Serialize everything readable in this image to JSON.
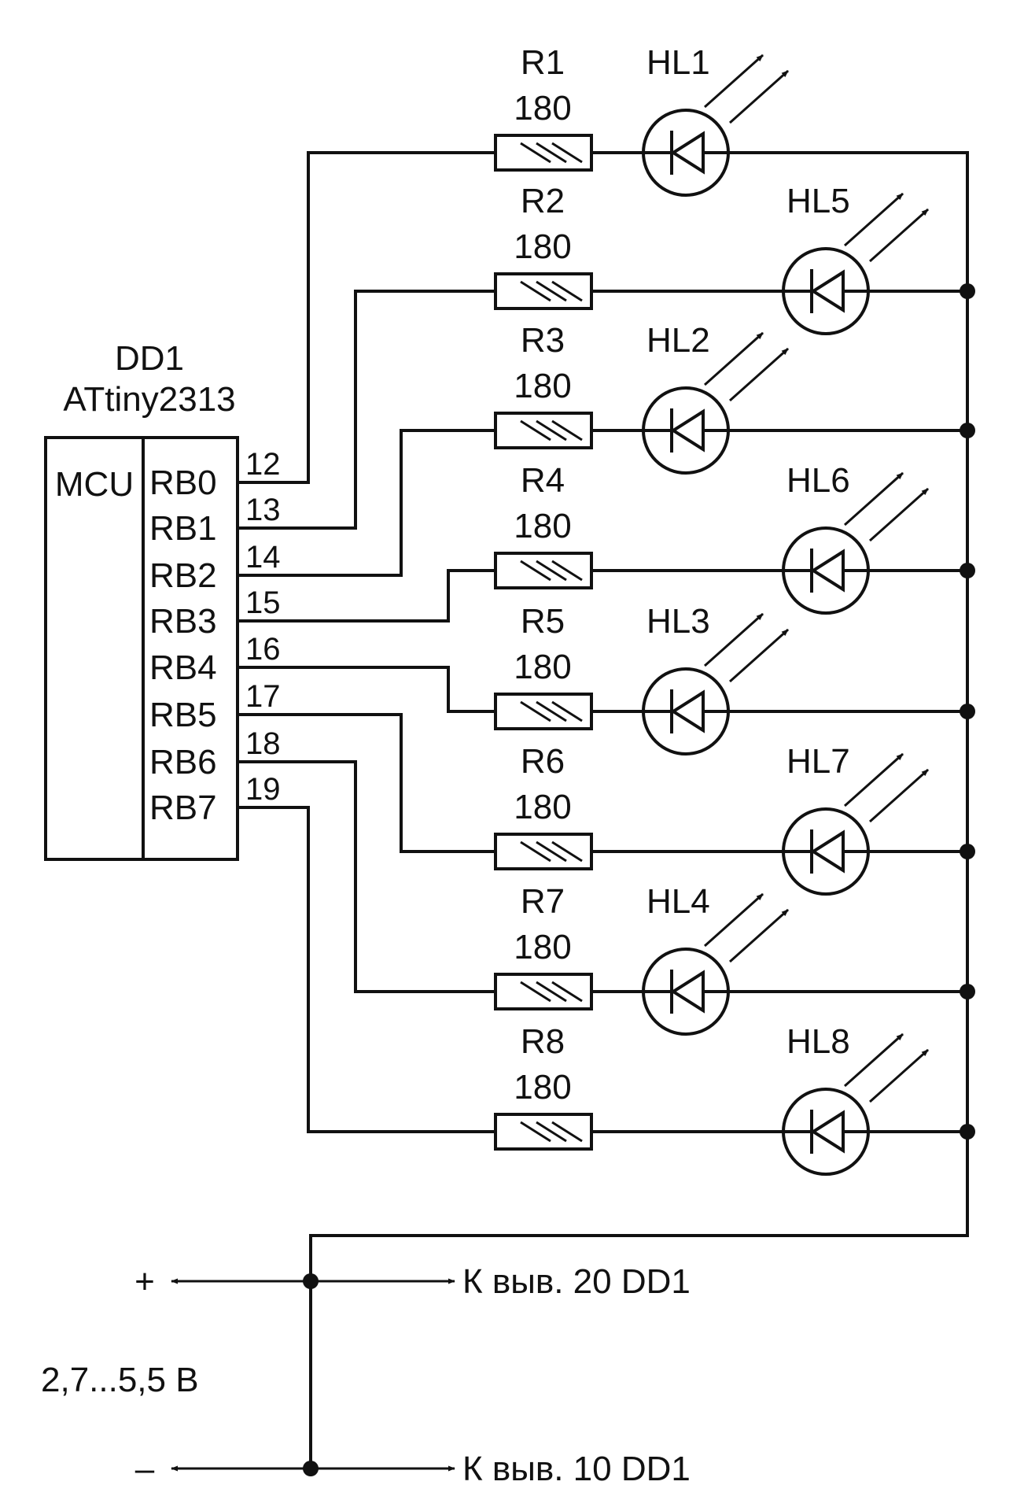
{
  "chip": {
    "ref": "DD1",
    "part": "ATtiny2313",
    "block": "MCU",
    "pins": [
      {
        "port": "RB0",
        "num": "12"
      },
      {
        "port": "RB1",
        "num": "13"
      },
      {
        "port": "RB2",
        "num": "14"
      },
      {
        "port": "RB3",
        "num": "15"
      },
      {
        "port": "RB4",
        "num": "16"
      },
      {
        "port": "RB5",
        "num": "17"
      },
      {
        "port": "RB6",
        "num": "18"
      },
      {
        "port": "RB7",
        "num": "19"
      }
    ]
  },
  "resistors": [
    {
      "ref": "R1",
      "value": "180"
    },
    {
      "ref": "R2",
      "value": "180"
    },
    {
      "ref": "R3",
      "value": "180"
    },
    {
      "ref": "R4",
      "value": "180"
    },
    {
      "ref": "R5",
      "value": "180"
    },
    {
      "ref": "R6",
      "value": "180"
    },
    {
      "ref": "R7",
      "value": "180"
    },
    {
      "ref": "R8",
      "value": "180"
    }
  ],
  "leds": [
    "HL1",
    "HL5",
    "HL2",
    "HL6",
    "HL3",
    "HL7",
    "HL4",
    "HL8"
  ],
  "power": {
    "plus": "+",
    "minus": "–",
    "voltage": "2,7...5,5 В",
    "plus_to": "К выв. 20 DD1",
    "minus_to": "К выв. 10 DD1"
  }
}
